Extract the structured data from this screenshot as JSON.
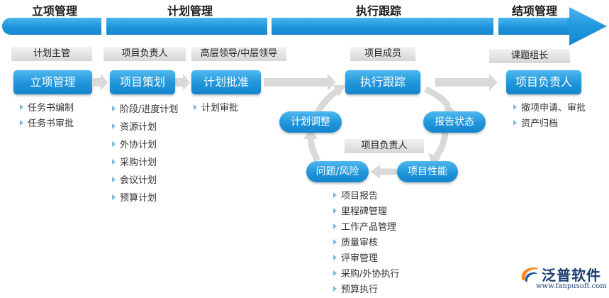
{
  "phases": [
    {
      "label": "立项管理"
    },
    {
      "label": "计划管理"
    },
    {
      "label": "执行跟踪"
    },
    {
      "label": "结项管理"
    }
  ],
  "roles": {
    "initiation": "计划主管",
    "planning": "项目负责人",
    "approval": "高层领导/中层领导",
    "tracking": "项目成员",
    "loop": "项目负责人",
    "closing": "课题组长"
  },
  "boxes": {
    "initiation": "立项管理",
    "planning": "项目策划",
    "approval": "计划批准",
    "tracking": "执行跟踪",
    "closing": "项目负责人"
  },
  "cycle": {
    "adjust": "计划调整",
    "report": "报告状态",
    "performance": "项目性能",
    "issues": "问题/风险"
  },
  "lists": {
    "initiation": [
      "任务书编制",
      "任务书审批"
    ],
    "planning": [
      "阶段/进度计划",
      "资源计划",
      "外协计划",
      "采购计划",
      "会议计划",
      "预算计划"
    ],
    "approval": [
      "计划审批"
    ],
    "tracking": [
      "项目报告",
      "里程碑管理",
      "工作产品管理",
      "质量审核",
      "评审管理",
      "采购/外协执行",
      "预算执行"
    ],
    "closing": [
      "撤项申请、审批",
      "资产归档"
    ]
  },
  "logo": {
    "name": "泛普软件",
    "url": "www.fanpusoft.com"
  },
  "colors": {
    "primary_blue": "#1f95da",
    "arrow_gray": "#d9d9d9",
    "bullet": "#7db8de"
  }
}
